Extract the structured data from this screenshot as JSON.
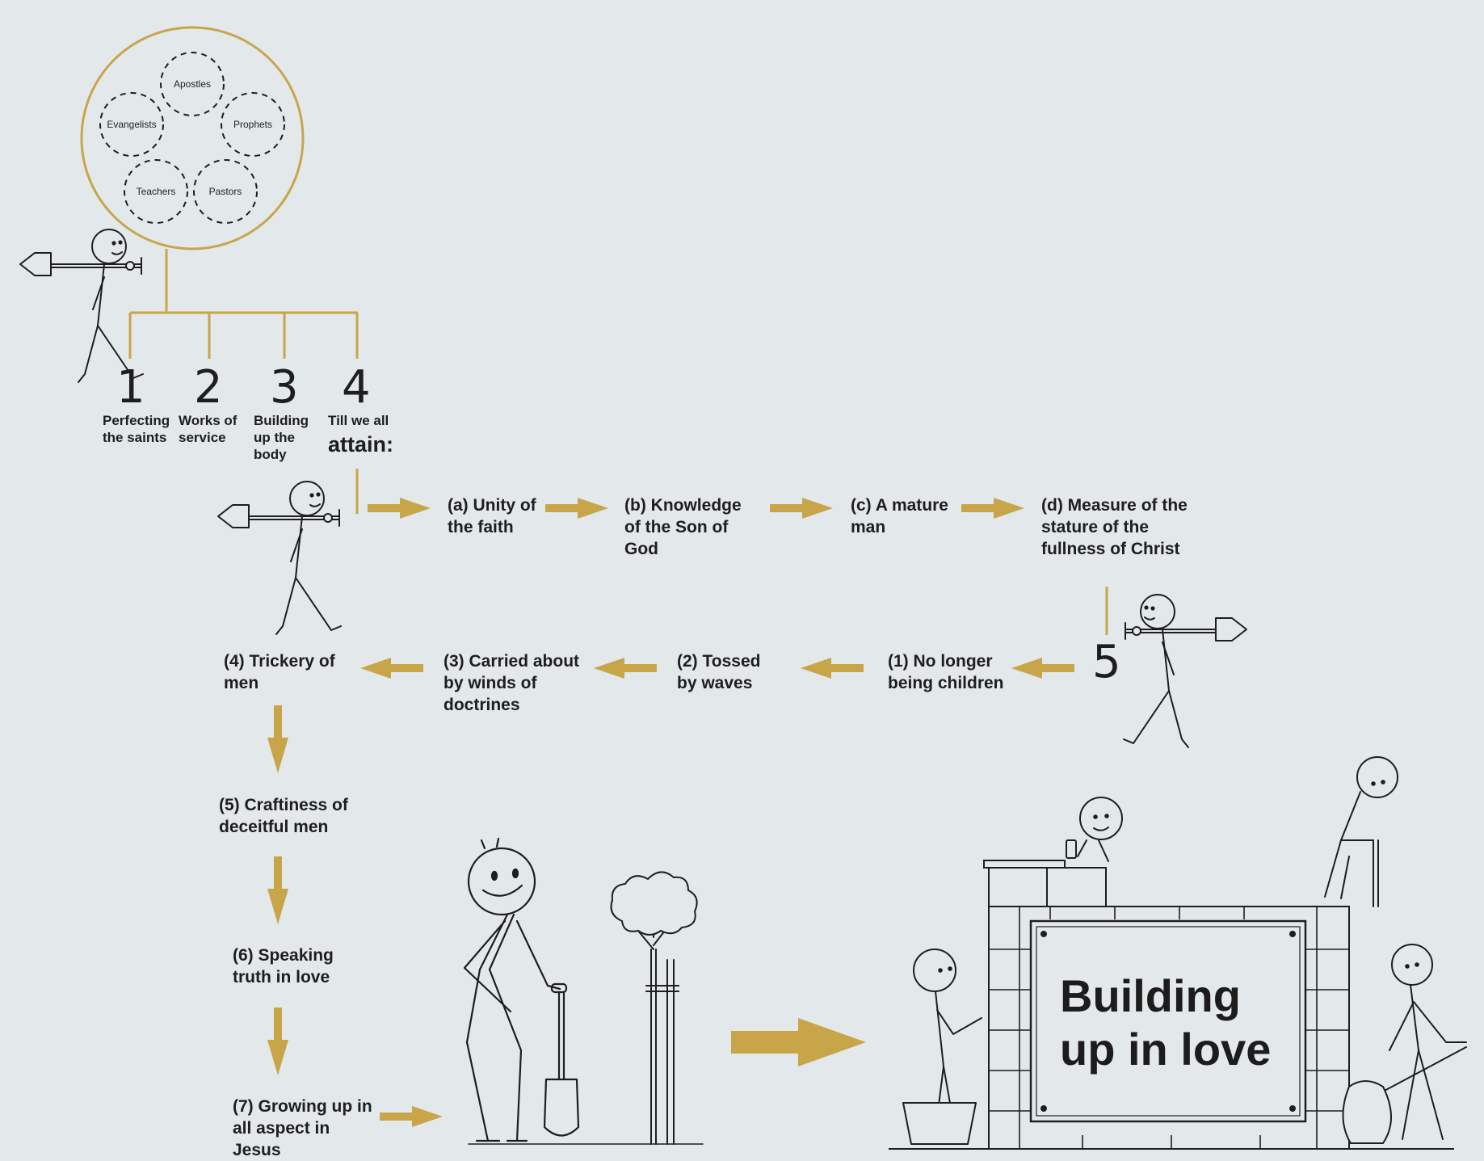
{
  "ministries": [
    "Apostles",
    "Prophets",
    "Pastors",
    "Teachers",
    "Evangelists"
  ],
  "steps": [
    {
      "number": "1",
      "label": "Perfecting the saints"
    },
    {
      "number": "2",
      "label": "Works of service"
    },
    {
      "number": "3",
      "label": "Building up the body"
    },
    {
      "number": "4",
      "label": "Till we all"
    }
  ],
  "attain_label": "attain:",
  "attain_items": [
    "(a) Unity of the faith",
    "(b) Knowledge of the Son of God",
    "(c) A mature man",
    "(d) Measure of the stature of the fullness of Christ"
  ],
  "step5_number": "5",
  "warnings": [
    "(1) No longer being children",
    "(2) Tossed by waves",
    "(3) Carried about by winds of doctrines",
    "(4) Trickery of men",
    "(5) Craftiness of deceitful men",
    "(6) Speaking truth in love",
    "(7) Growing up in all aspect in Jesus"
  ],
  "sign_text": "Building up in love",
  "colors": {
    "background": "#e3e8ea",
    "accent": "#c9a54a",
    "ink": "#1e1e1e"
  }
}
